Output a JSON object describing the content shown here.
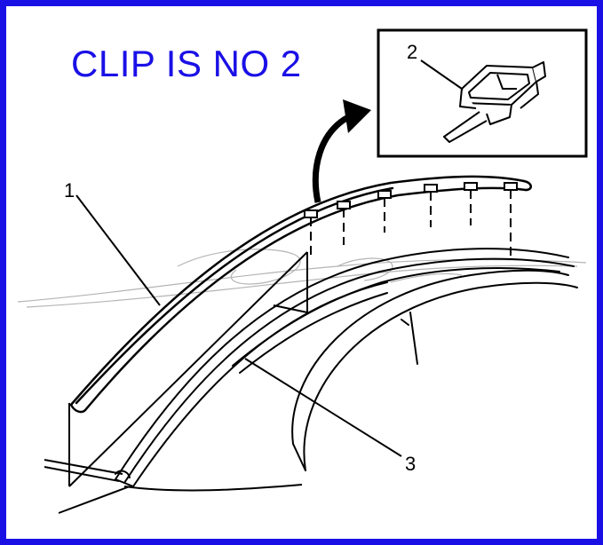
{
  "caption": "CLIP IS NO 2",
  "callouts": {
    "c1": "1",
    "c2": "2",
    "c3": "3"
  },
  "colors": {
    "border": "#1a10e6",
    "caption": "#1a10e6",
    "line": "#000000",
    "watermark": "#b4b4b4"
  }
}
